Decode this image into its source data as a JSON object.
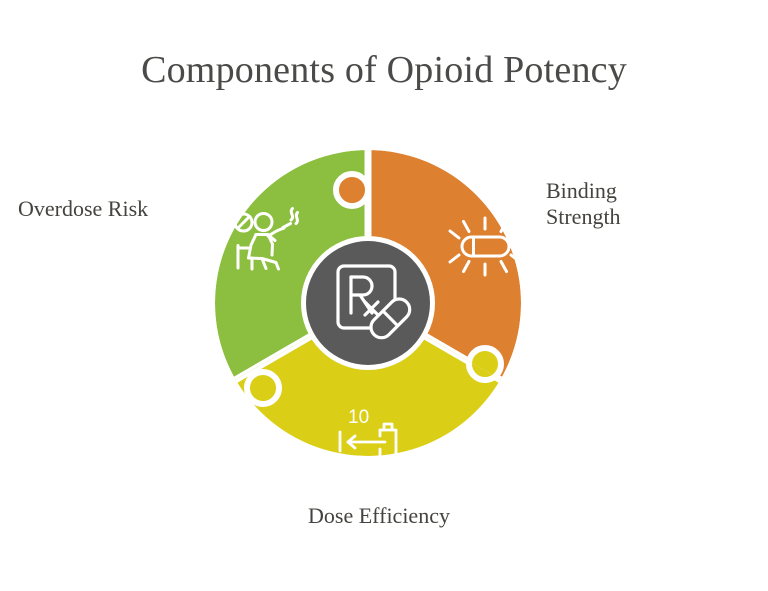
{
  "title": "Components of Opioid Potency",
  "colors": {
    "background": "#ffffff",
    "title_text": "#4a4a48",
    "label_text": "#44433f",
    "green": "#8CBF3F",
    "orange": "#DD8030",
    "yellow": "#DBCE16",
    "center_gray": "#5A5A5A",
    "icon_white": "#ffffff"
  },
  "center": {
    "icon_name": "rx-prescription-pad-and-pill-icon",
    "rx_symbol": "Rx"
  },
  "segments": [
    {
      "id": "overdose-risk",
      "label": "Overdose Risk",
      "color": "#8CBF3F",
      "color_name": "green",
      "icon_name": "no-drug-use-person-icon",
      "label_position": "left"
    },
    {
      "id": "binding-strength",
      "label": "Binding Strength",
      "label_line_1": "Binding",
      "label_line_2": "Strength",
      "color": "#DD8030",
      "color_name": "orange",
      "icon_name": "shining-capsule-pill-icon",
      "label_position": "right"
    },
    {
      "id": "dose-efficiency",
      "label": "Dose Efficiency",
      "color": "#DBCE16",
      "color_name": "yellow",
      "icon_name": "dose-measure-bottle-arrow-icon",
      "icon_value": "10",
      "label_position": "bottom"
    }
  ]
}
